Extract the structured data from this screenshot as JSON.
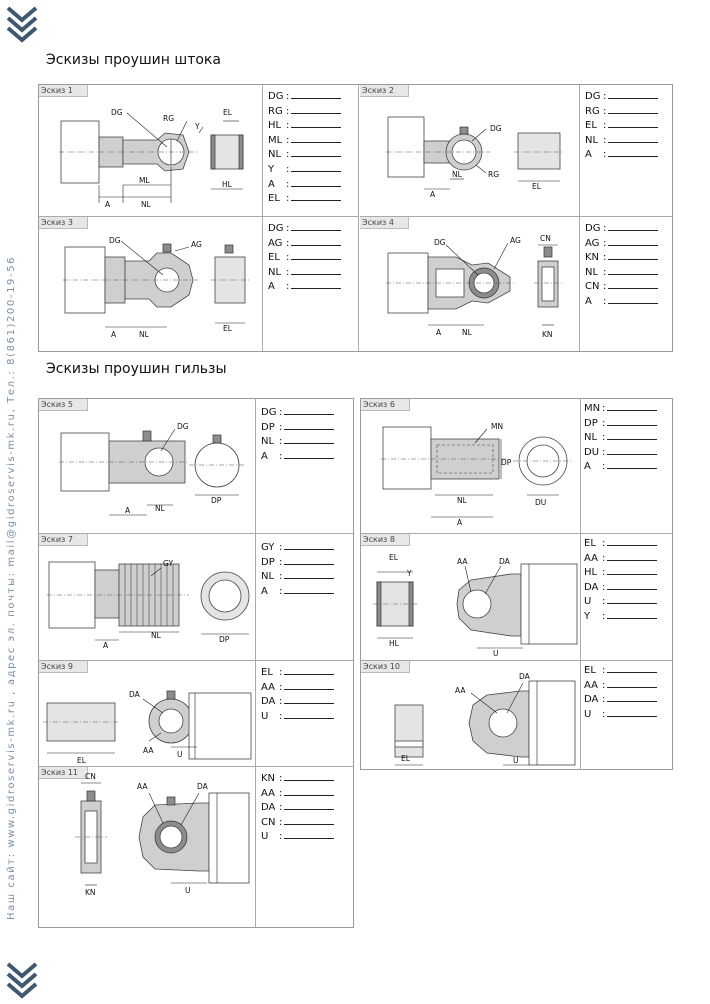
{
  "sidebar_text": "Наш сайт: www.gidroservis-mk.ru , адрес эл. почты: mail@gidroservis-mk.ru, Тел.: 8(861)200-19-56",
  "section_rod": {
    "title": "Эскизы проушин штока"
  },
  "section_sleeve": {
    "title": "Эскизы проушин гильзы"
  },
  "sketches": [
    {
      "label": "Эскиз 1",
      "fields": [
        "DG",
        "RG",
        "HL",
        "ML",
        "NL",
        "Y",
        "A",
        "EL"
      ]
    },
    {
      "label": "Эскиз 2",
      "fields": [
        "DG",
        "RG",
        "EL",
        "NL",
        "A"
      ]
    },
    {
      "label": "Эскиз 3",
      "fields": [
        "DG",
        "AG",
        "EL",
        "NL",
        "A"
      ]
    },
    {
      "label": "Эскиз 4",
      "fields": [
        "DG",
        "AG",
        "KN",
        "NL",
        "CN",
        "A"
      ]
    },
    {
      "label": "Эскиз 5",
      "fields": [
        "DG",
        "DP",
        "NL",
        "A"
      ]
    },
    {
      "label": "Эскиз 6",
      "fields": [
        "MN",
        "DP",
        "NL",
        "DU",
        "A"
      ]
    },
    {
      "label": "Эскиз 7",
      "fields": [
        "GY",
        "DP",
        "NL",
        "A"
      ]
    },
    {
      "label": "Эскиз 8",
      "fields": [
        "EL",
        "AA",
        "HL",
        "DA",
        "U",
        "Y"
      ]
    },
    {
      "label": "Эскиз 9",
      "fields": [
        "EL",
        "AA",
        "DA",
        "U"
      ]
    },
    {
      "label": "Эскиз 10",
      "fields": [
        "EL",
        "AA",
        "DA",
        "U"
      ]
    },
    {
      "label": "Эскиз 11",
      "fields": [
        "KN",
        "AA",
        "DA",
        "CN",
        "U"
      ]
    }
  ],
  "drawings": {
    "s1": {
      "dg": "DG",
      "rg": "RG",
      "y": "Y",
      "el": "EL",
      "ml": "ML",
      "a": "A",
      "nl": "NL",
      "hl": "HL"
    },
    "s2": {
      "dg": "DG",
      "rg": "RG",
      "a": "A",
      "nl": "NL",
      "el": "EL"
    },
    "s3": {
      "dg": "DG",
      "ag": "AG",
      "a": "A",
      "nl": "NL",
      "el": "EL"
    },
    "s4": {
      "dg": "DG",
      "ag": "AG",
      "cn": "CN",
      "a": "A",
      "nl": "NL",
      "kn": "KN"
    },
    "s5": {
      "dg": "DG",
      "a": "A",
      "nl": "NL",
      "dp": "DP"
    },
    "s6": {
      "mn": "MN",
      "dp": "DP",
      "nl": "NL",
      "a": "A",
      "du": "DU"
    },
    "s7": {
      "gy": "GY",
      "a": "A",
      "nl": "NL",
      "dp": "DP"
    },
    "s8": {
      "el": "EL",
      "y": "Y",
      "aa": "AA",
      "da": "DA",
      "hl": "HL",
      "u": "U"
    },
    "s9": {
      "da": "DA",
      "aa": "AA",
      "el": "EL",
      "u": "U"
    },
    "s10": {
      "aa": "AA",
      "da": "DA",
      "el": "EL",
      "u": "U"
    },
    "s11": {
      "cn": "CN",
      "aa": "AA",
      "da": "DA",
      "kn": "KN",
      "u": "U"
    }
  }
}
